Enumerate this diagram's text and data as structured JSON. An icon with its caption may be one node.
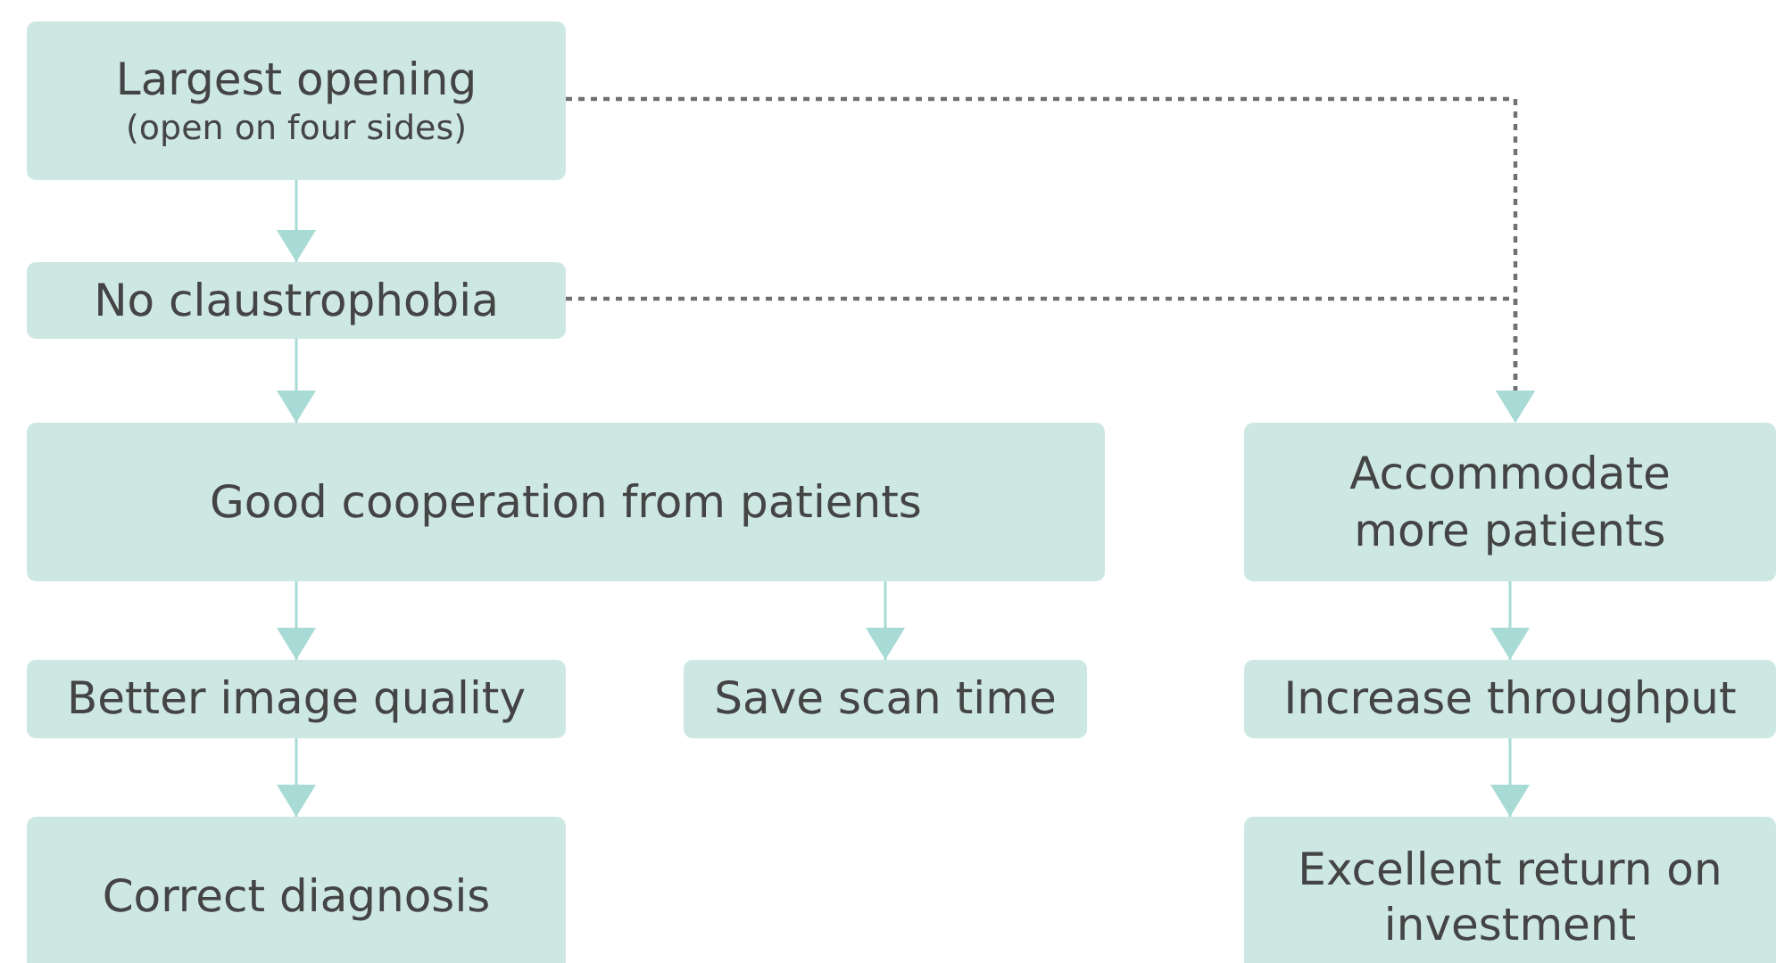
{
  "diagram": {
    "nodes": [
      {
        "text": [
          "Largest opening",
          "(open on four sides)"
        ]
      },
      {
        "text": [
          "No claustrophobia"
        ]
      },
      {
        "text": [
          "Good cooperation from patients"
        ]
      },
      {
        "text": [
          "Accommodate more patients"
        ]
      },
      {
        "text": [
          "Better image quality"
        ]
      },
      {
        "text": [
          "Save scan time"
        ]
      },
      {
        "text": [
          "Increase throughput"
        ]
      },
      {
        "text": [
          "Correct diagnosis"
        ]
      },
      {
        "text": [
          "Excellent return on investment"
        ]
      }
    ],
    "edges": [
      {
        "from": 0,
        "to": 1,
        "arrow": "to"
      },
      {
        "from": 1,
        "to": 2,
        "arrow": "to"
      },
      {
        "from": 0,
        "to": 3,
        "arrow": "to",
        "style": "dashed",
        "color": "#707070"
      },
      {
        "from": 1,
        "to": 3,
        "arrow": "to",
        "style": "dashed",
        "color": "#707070"
      },
      {
        "from": 2,
        "to": 4,
        "arrow": "to"
      },
      {
        "from": 2,
        "to": 5,
        "arrow": "to"
      },
      {
        "from": 3,
        "to": 6,
        "arrow": "to"
      },
      {
        "from": 4,
        "to": 7,
        "arrow": "to"
      },
      {
        "from": 6,
        "to": 8,
        "arrow": "to"
      }
    ]
  }
}
